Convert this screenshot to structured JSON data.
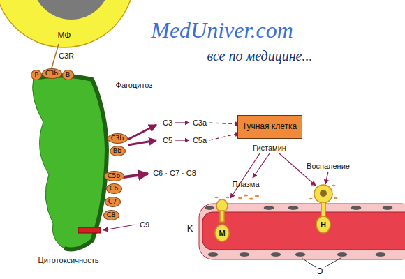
{
  "diagram": {
    "nodes": [
      {
        "text": [
          "МФ"
        ]
      },
      {
        "text": [
          "P"
        ]
      },
      {
        "text": [
          "C3b"
        ]
      },
      {
        "text": [
          "B"
        ]
      },
      {
        "text": [
          "C3b"
        ]
      },
      {
        "text": [
          "Bb"
        ]
      },
      {
        "text": [
          "C5b"
        ]
      },
      {
        "text": [
          "C6"
        ]
      },
      {
        "text": [
          "C7"
        ]
      },
      {
        "text": [
          "C8"
        ]
      },
      {
        "text": [
          "Тучная клетка"
        ]
      },
      {
        "text": [
          "М"
        ]
      },
      {
        "text": [
          "Н"
        ]
      }
    ],
    "edges": [
      {
        "from": 0,
        "to": 2,
        "arrow": "none",
        "label": "C3R"
      }
    ],
    "labels": [
      "MedUniver.com",
      "все по медицине...",
      "Фагоцитоз",
      "C3",
      "C3a",
      "C5",
      "C5a",
      "Гистамин",
      "C6 · C7 · C8",
      "C9",
      "Воспаление",
      "Плазма",
      "K",
      "Э",
      "Цитотоксичность"
    ]
  }
}
